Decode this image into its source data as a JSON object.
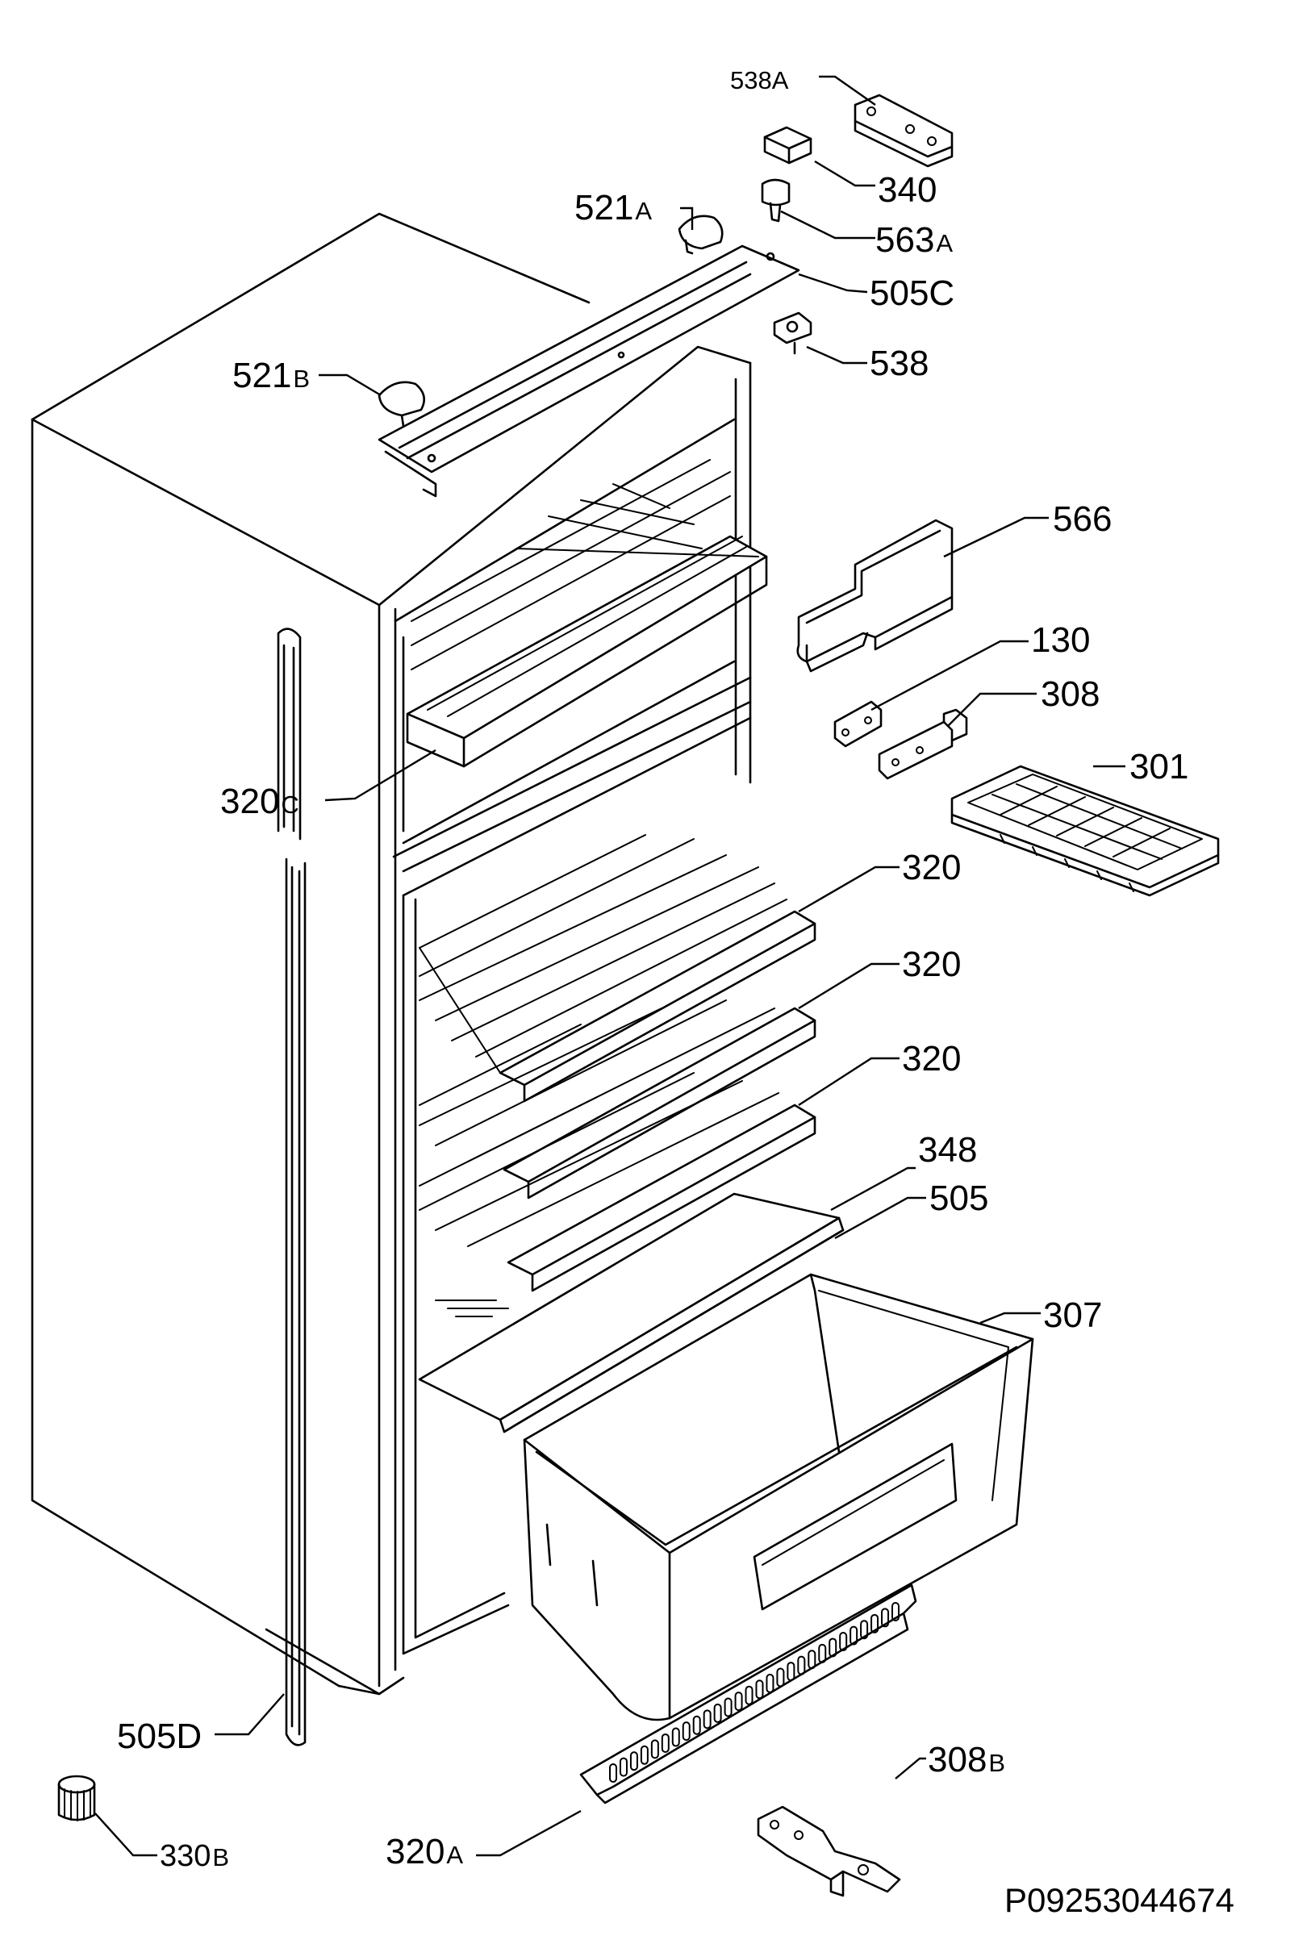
{
  "diagram": {
    "drawing_code": "P09253044674",
    "labels": {
      "p538A": {
        "num": "538",
        "suf": "A"
      },
      "p340": {
        "num": "340",
        "suf": ""
      },
      "p521A": {
        "num": "521",
        "suf": "A"
      },
      "p563A": {
        "num": "563",
        "suf": "A"
      },
      "p505C": {
        "num": "505C",
        "suf": ""
      },
      "p538": {
        "num": "538",
        "suf": ""
      },
      "p521B": {
        "num": "521",
        "suf": "B"
      },
      "p566": {
        "num": "566",
        "suf": ""
      },
      "p130": {
        "num": "130",
        "suf": ""
      },
      "p308": {
        "num": "308",
        "suf": ""
      },
      "p301": {
        "num": "301",
        "suf": ""
      },
      "p320C": {
        "num": "320",
        "suf": "C"
      },
      "p320a": {
        "num": "320",
        "suf": ""
      },
      "p320b": {
        "num": "320",
        "suf": ""
      },
      "p320c": {
        "num": "320",
        "suf": ""
      },
      "p348": {
        "num": "348",
        "suf": ""
      },
      "p505": {
        "num": "505",
        "suf": ""
      },
      "p307": {
        "num": "307",
        "suf": ""
      },
      "p505D": {
        "num": "505D",
        "suf": ""
      },
      "p308B": {
        "num": "308",
        "suf": "B"
      },
      "p330B": {
        "num": "330",
        "suf": "B"
      },
      "p320A": {
        "num": "320",
        "suf": "A"
      }
    }
  }
}
